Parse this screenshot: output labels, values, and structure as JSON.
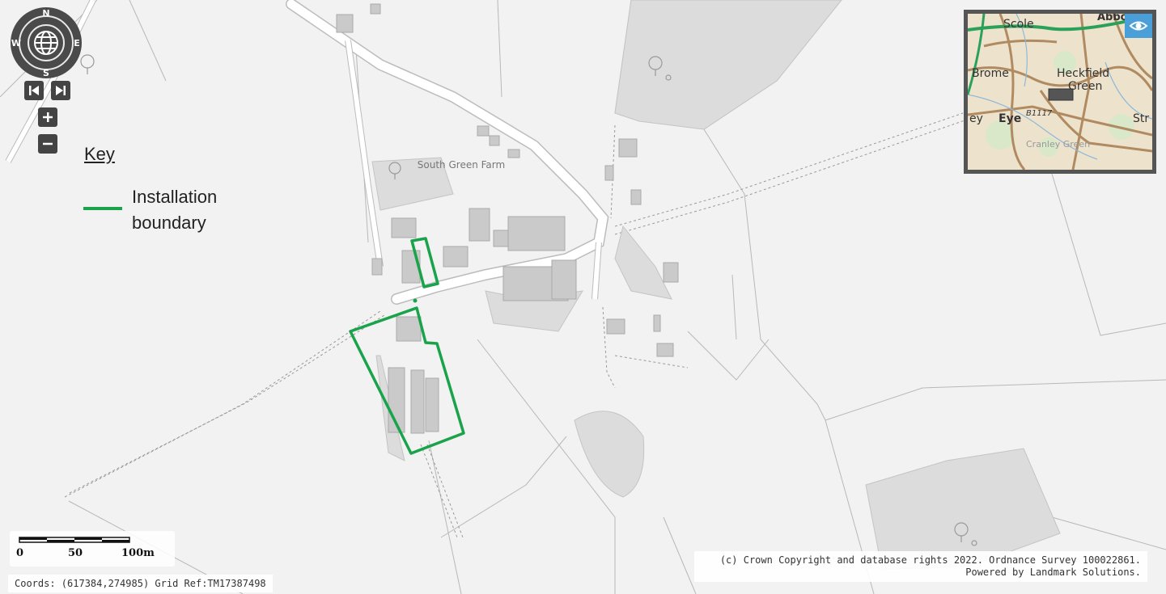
{
  "map": {
    "feature_labels": [
      "South Green Farm"
    ]
  },
  "key": {
    "title": "Key",
    "items": [
      {
        "label": "Installation boundary",
        "color": "#1aa34a"
      }
    ]
  },
  "compass": {
    "n": "N",
    "e": "E",
    "s": "S",
    "w": "W"
  },
  "minimap": {
    "labels": [
      "Scole",
      "Abbotts",
      "Brome",
      "Heckfield",
      "Green",
      "ey",
      "Eye",
      "B1117",
      "Str",
      "Cranley Green"
    ]
  },
  "scale": {
    "labels": [
      "0",
      "50",
      "100m"
    ]
  },
  "coords": "Coords: (617384,274985) Grid Ref:TM17387498",
  "copyright": {
    "line1": "(c) Crown Copyright and database rights 2022. Ordnance Survey 100022861.",
    "line2": "Powered by Landmark Solutions."
  },
  "colors": {
    "boundary": "#1aa34a",
    "background": "#f2f2f2",
    "building": "#c8c8c8",
    "road": "#ffffff"
  }
}
